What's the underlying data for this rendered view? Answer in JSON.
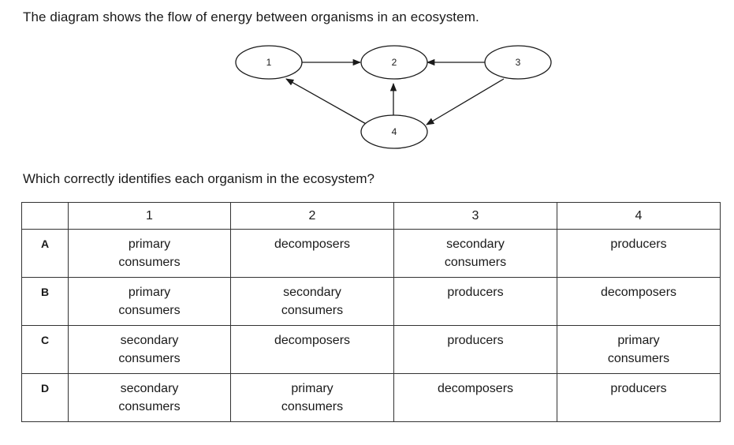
{
  "intro": "The diagram shows the flow of energy between organisms in an ecosystem.",
  "diagram": {
    "nodes": [
      "1",
      "2",
      "3",
      "4"
    ]
  },
  "question": "Which correctly identifies each organism in the ecosystem?",
  "table": {
    "headers": [
      "",
      "1",
      "2",
      "3",
      "4"
    ],
    "rows": [
      {
        "label": "A",
        "cells": [
          [
            "primary",
            "consumers"
          ],
          [
            "decomposers"
          ],
          [
            "secondary",
            "consumers"
          ],
          [
            "producers"
          ]
        ]
      },
      {
        "label": "B",
        "cells": [
          [
            "primary",
            "consumers"
          ],
          [
            "secondary",
            "consumers"
          ],
          [
            "producers"
          ],
          [
            "decomposers"
          ]
        ]
      },
      {
        "label": "C",
        "cells": [
          [
            "secondary",
            "consumers"
          ],
          [
            "decomposers"
          ],
          [
            "producers"
          ],
          [
            "primary",
            "consumers"
          ]
        ]
      },
      {
        "label": "D",
        "cells": [
          [
            "secondary",
            "consumers"
          ],
          [
            "primary",
            "consumers"
          ],
          [
            "decomposers"
          ],
          [
            "producers"
          ]
        ]
      }
    ]
  }
}
